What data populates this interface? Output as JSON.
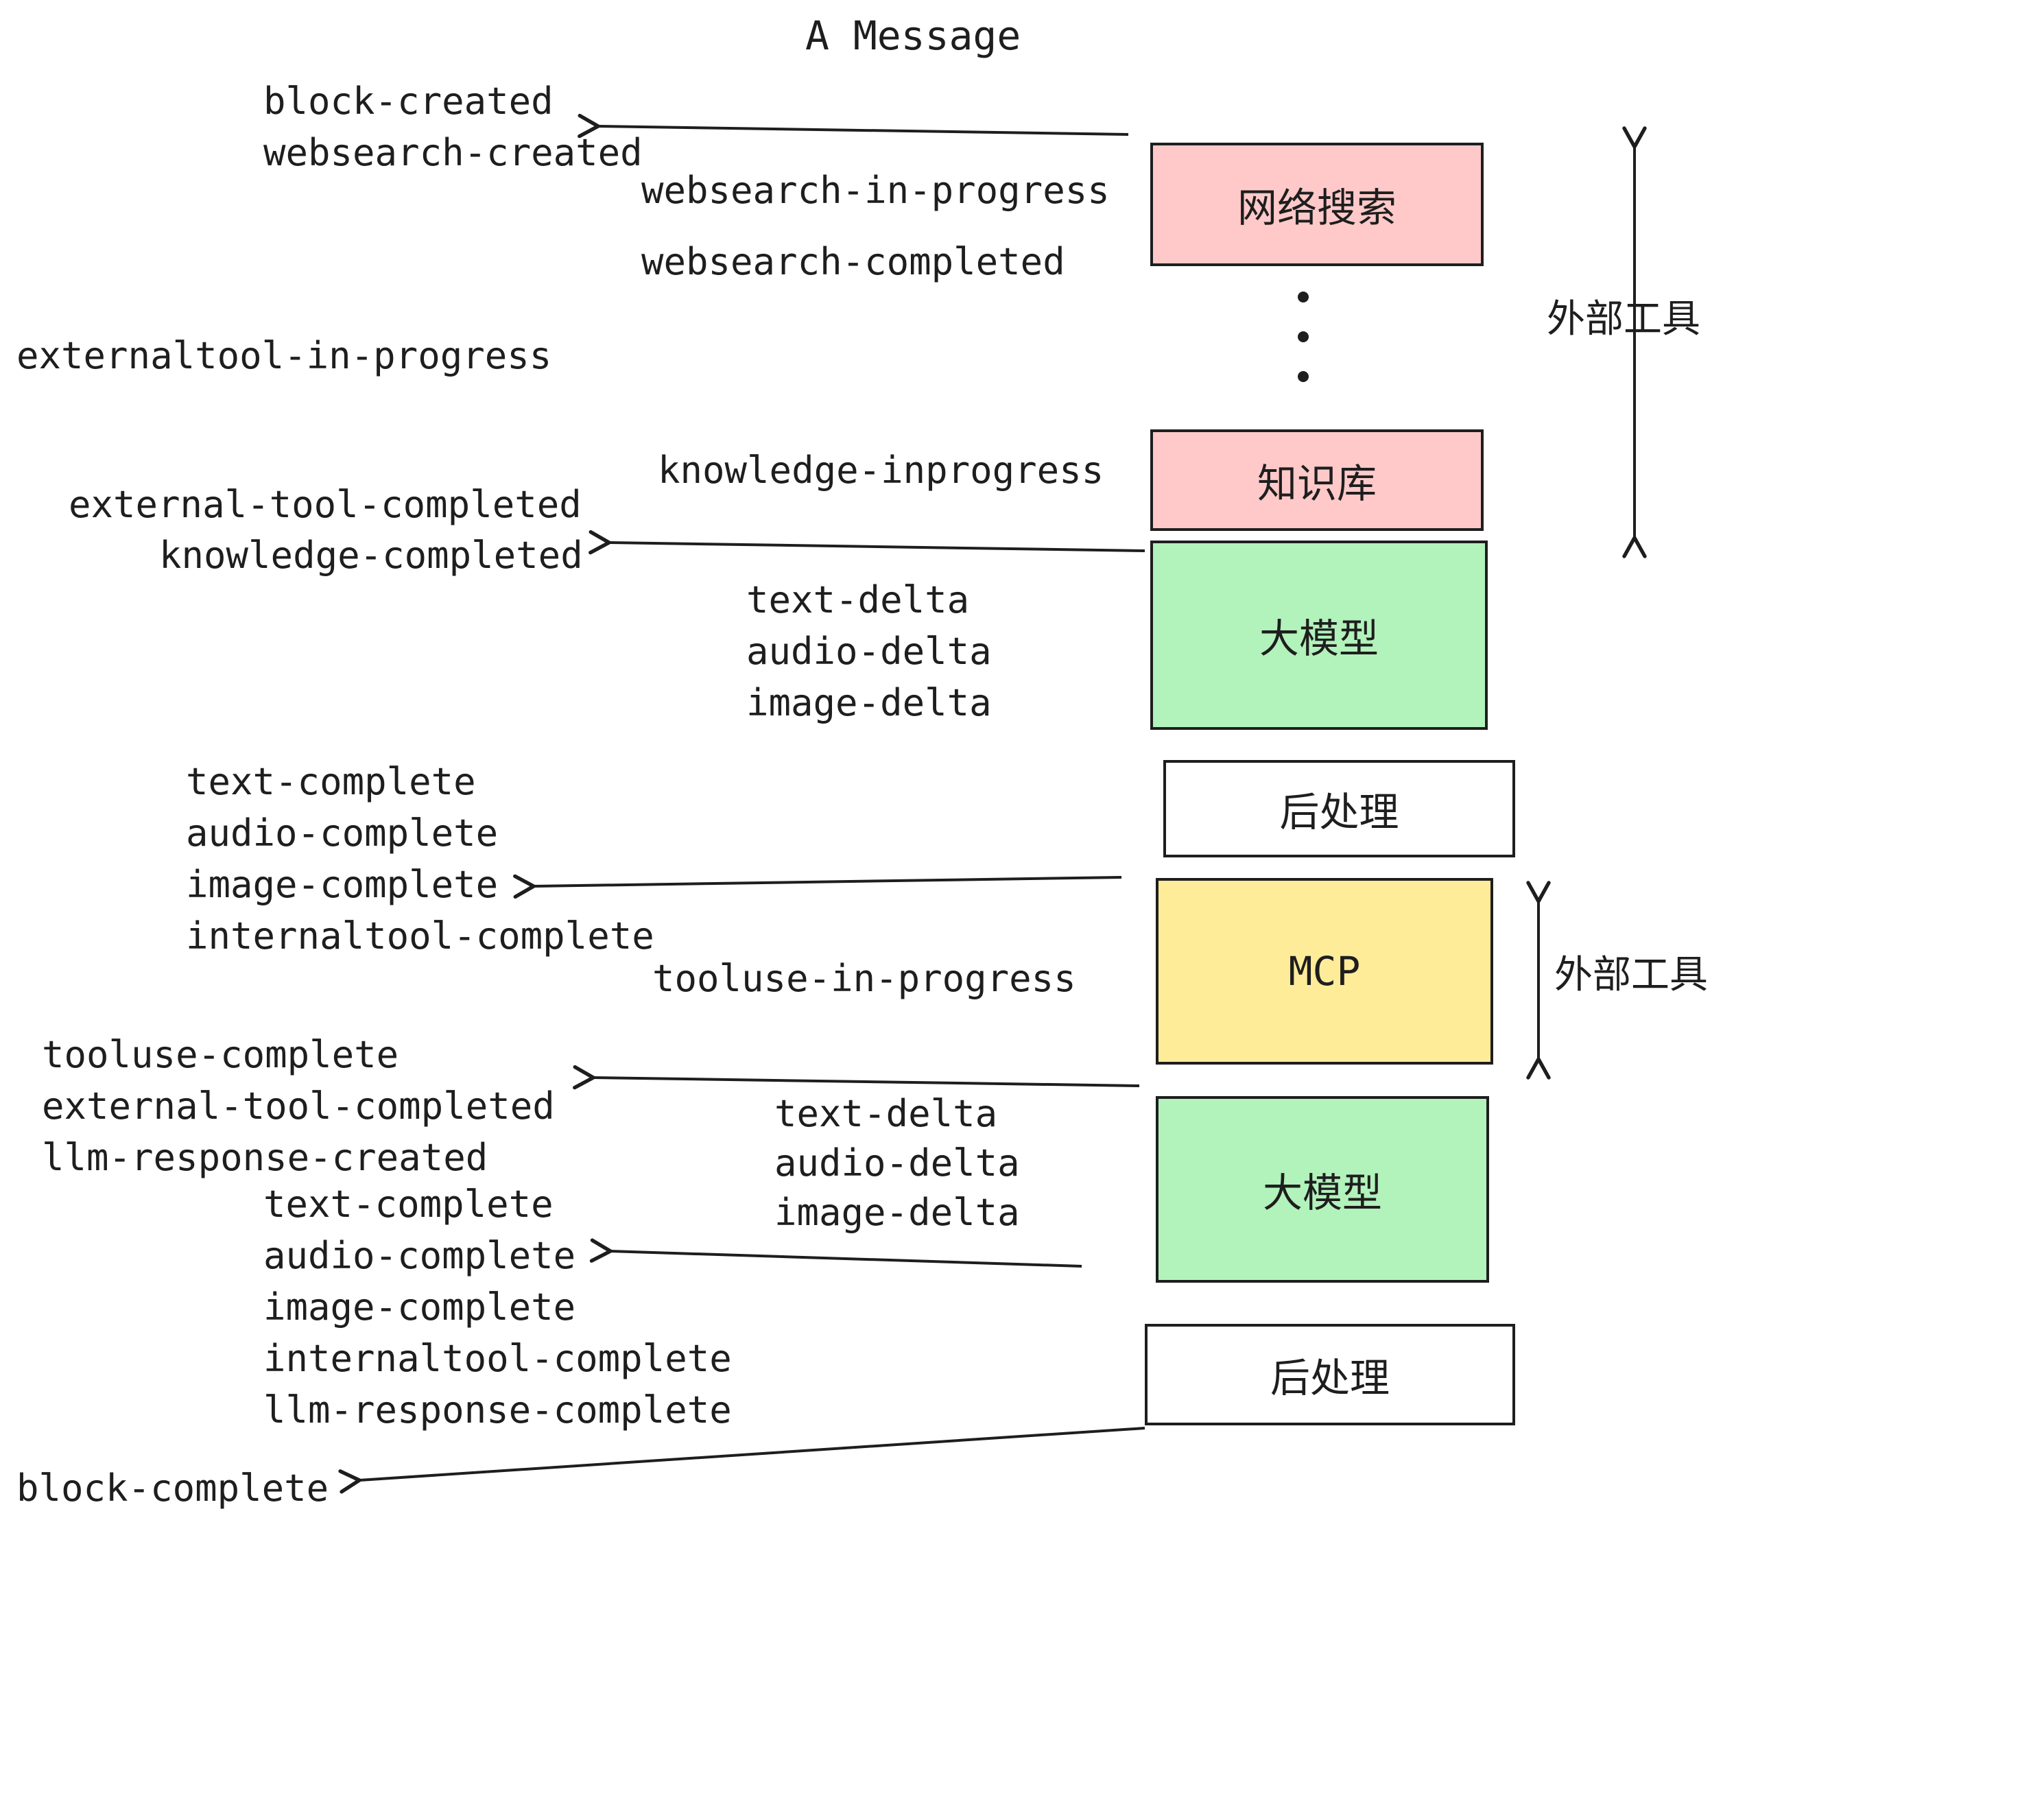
{
  "title": "A Message",
  "colors": {
    "pink": "#ffc9c9",
    "green": "#b2f2bb",
    "yellow": "#ffec99",
    "white": "#ffffff",
    "ink": "#1e1e1e"
  },
  "events": {
    "block_created": "block-created",
    "websearch_created": "websearch-created",
    "websearch_in_progress": "websearch-in-progress",
    "websearch_completed": "websearch-completed",
    "externaltool_in_progress": "externaltool-in-progress",
    "knowledge_inprogress": "knowledge-inprogress",
    "external_tool_completed_1": "external-tool-completed",
    "knowledge_completed": "knowledge-completed",
    "text_delta_1": "text-delta",
    "audio_delta_1": "audio-delta",
    "image_delta_1": "image-delta",
    "text_complete_1": "text-complete",
    "audio_complete_1": "audio-complete",
    "image_complete_1": "image-complete",
    "internaltool_complete_1": "internaltool-complete",
    "tooluse_in_progress": "tooluse-in-progress",
    "tooluse_complete": "tooluse-complete",
    "external_tool_completed_2": "external-tool-completed",
    "llm_response_created": "llm-response-created",
    "text_delta_2": "text-delta",
    "audio_delta_2": "audio-delta",
    "image_delta_2": "image-delta",
    "text_complete_2": "text-complete",
    "audio_complete_2": "audio-complete",
    "image_complete_2": "image-complete",
    "internaltool_complete_2": "internaltool-complete",
    "llm_response_complete": "llm-response-complete",
    "block_complete": "block-complete"
  },
  "boxes": {
    "websearch": {
      "label": "网络搜索",
      "color": "#ffc9c9"
    },
    "knowledge": {
      "label": "知识库",
      "color": "#ffc9c9"
    },
    "llm_1": {
      "label": "大模型",
      "color": "#b2f2bb"
    },
    "post_1": {
      "label": "后处理",
      "color": "#ffffff"
    },
    "mcp": {
      "label": "MCP",
      "color": "#ffec99"
    },
    "llm_2": {
      "label": "大模型",
      "color": "#b2f2bb"
    },
    "post_2": {
      "label": "后处理",
      "color": "#ffffff"
    }
  },
  "annotations": {
    "external_tools_top": "外部工具",
    "external_tools_bottom": "外部工具"
  }
}
